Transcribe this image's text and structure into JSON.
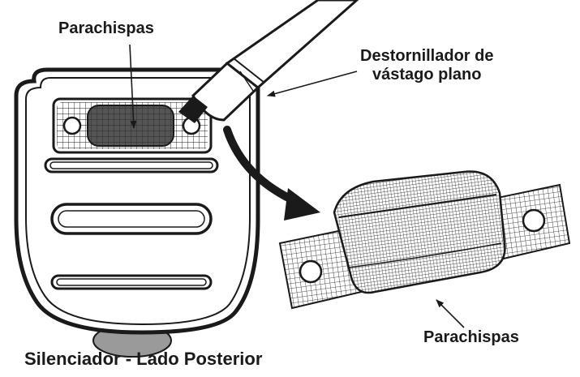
{
  "labels": {
    "spark_arrester_top": "Parachispas",
    "screwdriver_line1": "Destornillador de",
    "screwdriver_line2": "vástago plano",
    "spark_arrester_detail": "Parachispas",
    "caption": "Silenciador - Lado Posterior"
  },
  "colors": {
    "ink": "#1a1a1a",
    "muffler_fill": "#ffffff",
    "screen_dark": "#555555",
    "pipe_fill": "#9a9a9a"
  }
}
